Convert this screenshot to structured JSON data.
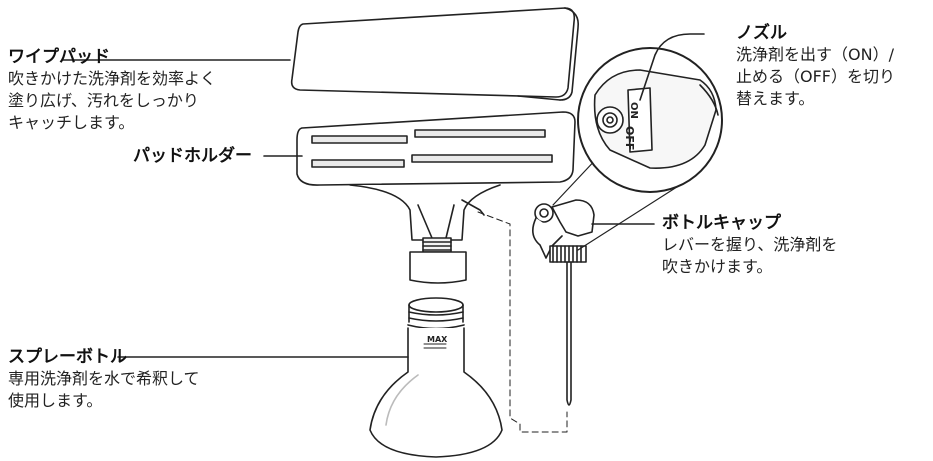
{
  "labels": {
    "wipe_pad": {
      "title": "ワイプパッド",
      "desc_lines": [
        "吹きかけた洗浄剤を効率よく",
        "塗り広げ、汚れをしっかり",
        "キャッチします。"
      ]
    },
    "pad_holder": {
      "title": "パッドホルダー"
    },
    "nozzle": {
      "title": "ノズル",
      "desc_lines": [
        "洗浄剤を出す（ON）/",
        "止める（OFF）を切り",
        "替えます。"
      ]
    },
    "bottle_cap": {
      "title": "ボトルキャップ",
      "desc_lines": [
        "レバーを握り、洗浄剤を",
        "吹きかけます。"
      ]
    },
    "spray_bottle": {
      "title": "スプレーボトル",
      "desc_lines": [
        "専用洗浄剤を水で希釈して",
        "使用します。"
      ]
    }
  },
  "markings": {
    "max": "MAX",
    "on": "ON",
    "off": "OFF"
  }
}
